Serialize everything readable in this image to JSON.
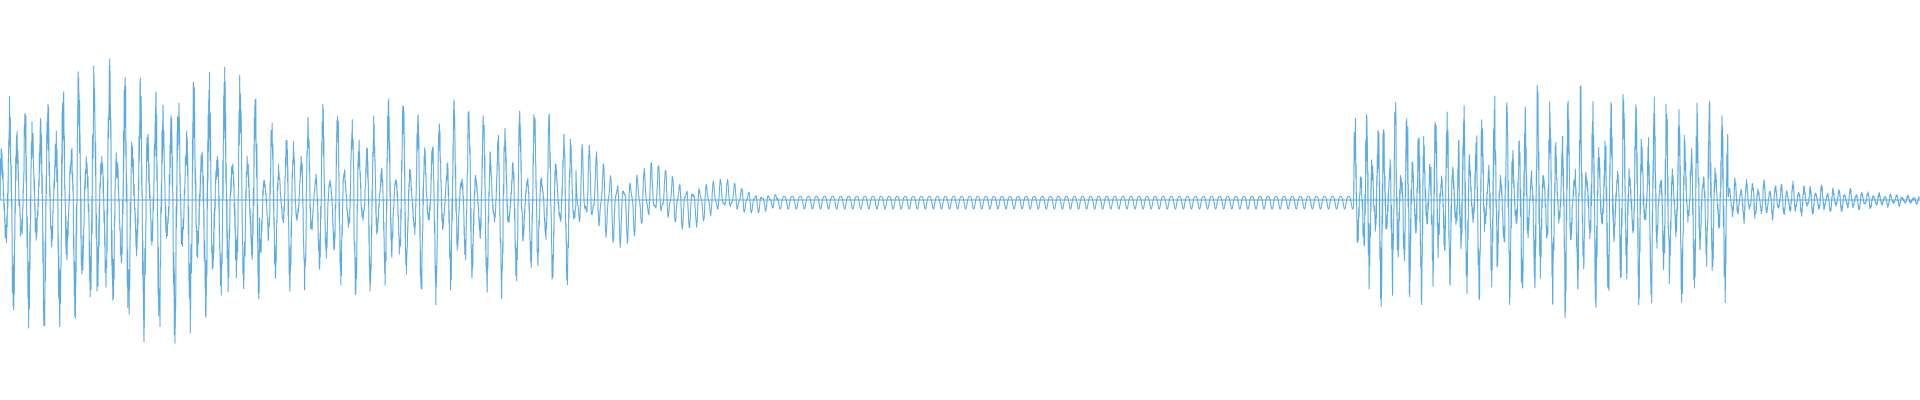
{
  "waveform": {
    "color": "#5aaae3",
    "background": "#ffffff",
    "segments": [
      {
        "type": "loud",
        "start": 0.0,
        "end": 0.135,
        "amplitude": 0.62,
        "carrier_period": 0.004,
        "modulation_period": 0.0085,
        "modulation_depth": 0.7,
        "noise": 0.35
      },
      {
        "type": "loud",
        "start": 0.135,
        "end": 0.3,
        "amplitude": 0.48,
        "carrier_period": 0.0038,
        "modulation_period": 0.0085,
        "modulation_depth": 0.8,
        "noise": 0.25
      },
      {
        "type": "decay",
        "start": 0.3,
        "end": 0.405,
        "amplitude": 0.3,
        "carrier_period": 0.0036,
        "modulation_period": 0.004,
        "modulation_depth": 0.85,
        "noise": 0.1
      },
      {
        "type": "quiet",
        "start": 0.405,
        "end": 0.705,
        "amplitude": 0.05,
        "carrier_period": 0.0042,
        "modulation_period": 0.0042,
        "modulation_depth": 0.6,
        "noise": 0.0
      },
      {
        "type": "loud",
        "start": 0.705,
        "end": 0.76,
        "amplitude": 0.44,
        "carrier_period": 0.003,
        "modulation_period": 0.007,
        "modulation_depth": 0.75,
        "noise": 0.45
      },
      {
        "type": "loud",
        "start": 0.76,
        "end": 0.9,
        "amplitude": 0.5,
        "carrier_period": 0.0032,
        "modulation_period": 0.0075,
        "modulation_depth": 0.8,
        "noise": 0.4
      },
      {
        "type": "decay",
        "start": 0.9,
        "end": 1.0,
        "amplitude": 0.12,
        "carrier_period": 0.003,
        "modulation_period": 0.005,
        "modulation_depth": 0.6,
        "noise": 0.3
      }
    ]
  }
}
